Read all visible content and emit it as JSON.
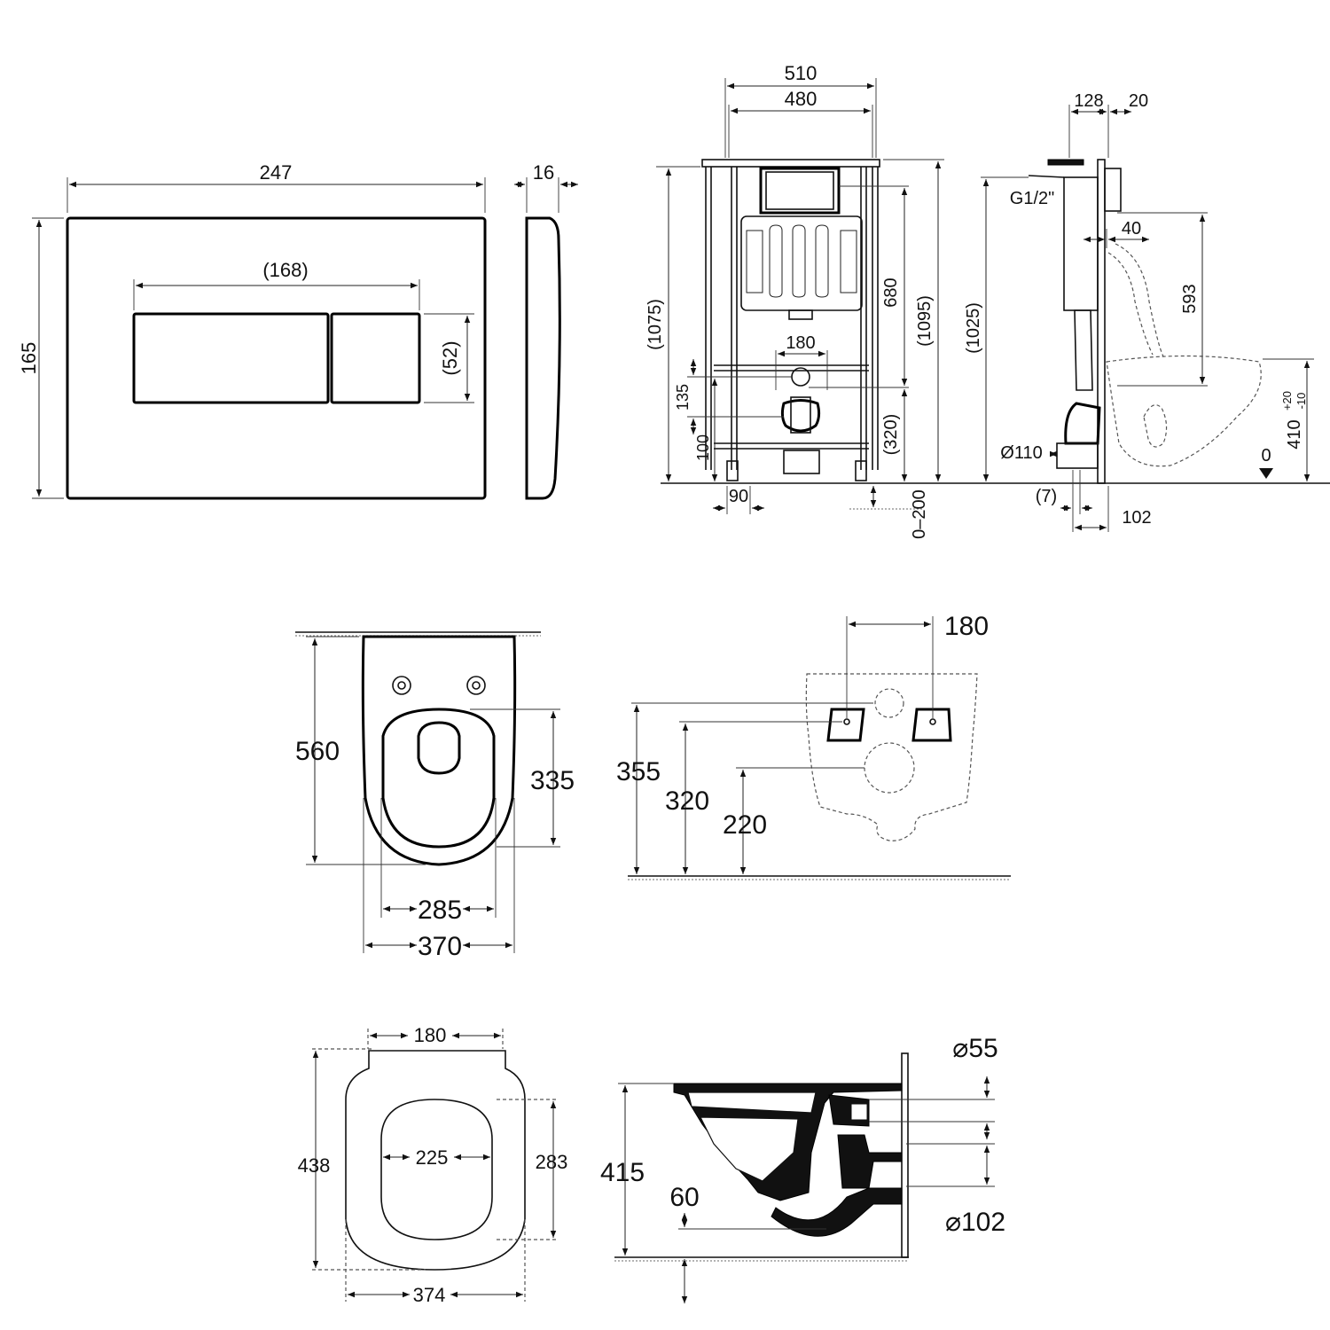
{
  "flush_plate": {
    "width": "247",
    "depth": "16",
    "height": "165",
    "button_width": "(168)",
    "button_height": "(52)"
  },
  "frame_front": {
    "outer_width": "510",
    "inner_width": "480",
    "height_left": "(1075)",
    "height_right": "(1095)",
    "button_height": "680",
    "pipe_spacing": "180",
    "dim_135": "135",
    "dim_100": "100",
    "dim_320": "(320)",
    "leg_width": "90",
    "leg_range": "0–200"
  },
  "frame_side": {
    "depth_top": "128",
    "plate_offset": "20",
    "water_inlet": "G1/2\"",
    "total_height": "(1025)",
    "dim_40": "40",
    "dim_593": "593",
    "drain_diameter": "Ø110",
    "dim_7": "(7)",
    "dim_102": "102",
    "floor_level": "0",
    "bowl_height": "410",
    "bowl_tol_plus": "+20",
    "bowl_tol_minus": "-10"
  },
  "bowl_top": {
    "length": "560",
    "seat_opening": "335",
    "inner_width": "285",
    "outer_width": "370"
  },
  "bowl_mounting": {
    "bolt_spacing": "180",
    "dim_355": "355",
    "dim_320": "320",
    "dim_220": "220"
  },
  "seat": {
    "hinge_spacing": "180",
    "length": "438",
    "opening_length": "283",
    "opening_width": "225",
    "width": "374"
  },
  "bowl_section": {
    "inlet_diameter": "⌀55",
    "outlet_diameter": "⌀102",
    "height": "415",
    "dim_60": "60"
  }
}
